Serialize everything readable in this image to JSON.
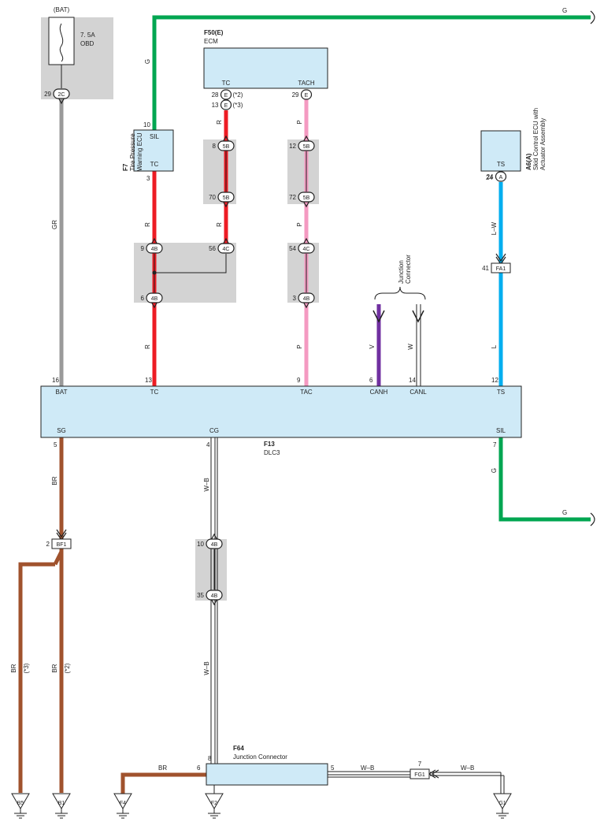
{
  "colors": {
    "green": "#00a651",
    "red": "#ed1c24",
    "pink": "#f49ac1",
    "gray": "#9a9a9a",
    "brown": "#a0522d",
    "blue": "#00aeef",
    "purple": "#7030a0",
    "box_fill": "#cfeaf7",
    "shade": "#d3d3d3"
  },
  "fuse": {
    "source": "(BAT)",
    "rating": "7. 5A",
    "name": "OBD",
    "pin": "29",
    "conn": "2C"
  },
  "ecm": {
    "code": "F50(E)",
    "name": "ECM",
    "pin_tc": "TC",
    "pin_tach": "TACH",
    "tc_pin_a": "28",
    "tc_conn_a": "E",
    "tc_note_a": "(*2)",
    "tc_pin_b": "13",
    "tc_conn_b": "E",
    "tc_note_b": "(*3)",
    "tach_pin": "29",
    "tach_conn": "E"
  },
  "tpms": {
    "code": "F7",
    "name_1": "Tire Pressure",
    "name_2": "Warning ECU",
    "pin_sil": "SIL",
    "pin_tc": "TC",
    "sil_num": "10",
    "tc_num": "3"
  },
  "skid": {
    "code": "A6(A)",
    "name_1": "Skid Control ECU with",
    "name_2": "Actuator Assembly",
    "pin_ts": "TS",
    "pin": "24",
    "conn": "A"
  },
  "junction_top": {
    "line1": "Junction",
    "line2": "Connector"
  },
  "dlc3": {
    "code": "F13",
    "name": "DLC3",
    "pins_top": [
      {
        "num": "16",
        "name": "BAT"
      },
      {
        "num": "13",
        "name": "TC"
      },
      {
        "num": "9",
        "name": "TAC"
      },
      {
        "num": "6",
        "name": "CANH"
      },
      {
        "num": "14",
        "name": "CANL"
      },
      {
        "num": "12",
        "name": "TS"
      }
    ],
    "pins_bottom": [
      {
        "num": "5",
        "name": "SG"
      },
      {
        "num": "4",
        "name": "CG"
      },
      {
        "num": "7",
        "name": "SIL"
      }
    ]
  },
  "connectors": {
    "c8": {
      "num": "8",
      "id": "5B"
    },
    "c70": {
      "num": "70",
      "id": "5B"
    },
    "c12": {
      "num": "12",
      "id": "5B"
    },
    "c72": {
      "num": "72",
      "id": "5B"
    },
    "c9": {
      "num": "9",
      "id": "4B"
    },
    "c6": {
      "num": "6",
      "id": "4B"
    },
    "c56": {
      "num": "56",
      "id": "4C"
    },
    "c54": {
      "num": "54",
      "id": "4C"
    },
    "c3": {
      "num": "3",
      "id": "4B"
    },
    "c10": {
      "num": "10",
      "id": "4B"
    },
    "c35": {
      "num": "35",
      "id": "4B"
    },
    "fa1": {
      "num": "41",
      "id": "FA1"
    },
    "bf1": {
      "num": "2",
      "id": "BF1"
    },
    "fg1": {
      "num": "7",
      "id": "FG1"
    }
  },
  "wires": {
    "g_top": "G",
    "g_top_right": "G",
    "gr": "GR",
    "r1": "R",
    "r2": "R",
    "r3": "R",
    "r4": "R",
    "p1": "P",
    "p2": "P",
    "p3": "P",
    "lw": "L–W",
    "l": "L",
    "v": "V",
    "w": "W",
    "br": "BR",
    "wb1": "W–B",
    "wb2": "W–B",
    "g_bottom": "G",
    "g_bottom_right": "G",
    "br_left": "BR",
    "br_left_note": "(*3)",
    "br_mid": "BR",
    "br_mid_note": "(*2)",
    "br_f4": "BR",
    "wb_f64": "W–B",
    "wb_fg1": "W–B"
  },
  "f64": {
    "code": "F64",
    "name": "Junction Connector",
    "pin_8": "8",
    "pin_6": "6",
    "pin_5": "5"
  },
  "grounds": [
    "B5",
    "B1",
    "F4",
    "F2",
    "G1"
  ]
}
